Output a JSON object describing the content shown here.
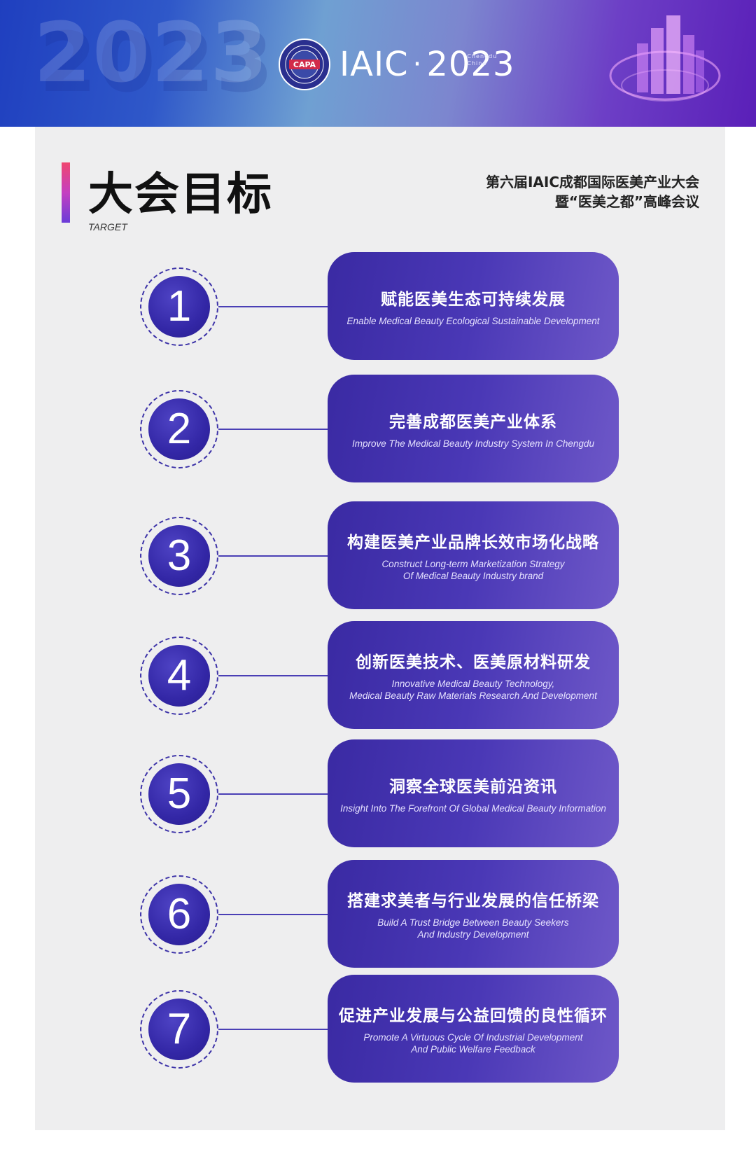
{
  "header": {
    "watermark_year": "2023",
    "seal_text": "CAPA",
    "event_brand": "IAIC",
    "event_year": "2023",
    "location_line1": "Chengdu",
    "location_line2": "China"
  },
  "section": {
    "title": "大会目标",
    "subtitle": "TARGET",
    "conference_line1": "第六届IAIC成都国际医美产业大会",
    "conference_line2": "暨“医美之都”高峰会议"
  },
  "goals": [
    {
      "number": "1",
      "zh": "赋能医美生态可持续发展",
      "en": "Enable Medical Beauty Ecological Sustainable Development"
    },
    {
      "number": "2",
      "zh": "完善成都医美产业体系",
      "en": "Improve The Medical Beauty Industry System In Chengdu"
    },
    {
      "number": "3",
      "zh": "构建医美产业品牌长效市场化战略",
      "en": "Construct Long-term Marketization Strategy\nOf Medical Beauty Industry brand"
    },
    {
      "number": "4",
      "zh": "创新医美技术、医美原材料研发",
      "en": "Innovative Medical Beauty Technology,\nMedical Beauty Raw Materials Research And Development"
    },
    {
      "number": "5",
      "zh": "洞察全球医美前沿资讯",
      "en": "Insight Into The Forefront Of Global Medical Beauty Information"
    },
    {
      "number": "6",
      "zh": "搭建求美者与行业发展的信任桥梁",
      "en": "Build A Trust Bridge Between Beauty Seekers\nAnd Industry Development"
    },
    {
      "number": "7",
      "zh": "促进产业发展与公益回馈的良性循环",
      "en": "Promote A Virtuous Cycle Of Industrial Development\nAnd Public Welfare Feedback"
    }
  ]
}
